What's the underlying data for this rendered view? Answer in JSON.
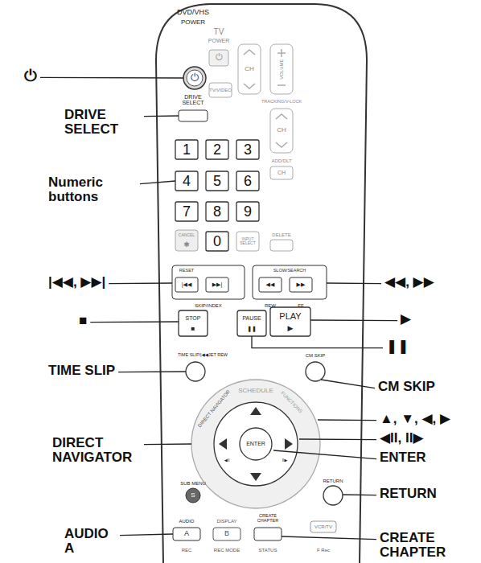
{
  "diagram": {
    "labels": [
      "⏻",
      "DRIVE SELECT",
      "Numeric buttons",
      "|◀◀, ▶▶|",
      "■",
      "TIME SLIP",
      "DIRECT NAVIGATOR",
      "AUDIO A",
      "◀◀, ▶▶",
      "▶",
      "❚❚",
      "CM SKIP",
      "▲, ▼, ◀, ▶",
      "◀II, II▶",
      "ENTER",
      "RETURN",
      "CREATE CHAPTER",
      "DVD/VHS",
      "POWER",
      "⏻",
      "TV",
      "POWER",
      "⏻",
      "DRIVE SELECT",
      "TV/VIDEO",
      "CH",
      "VOLUME",
      "TRACKING/V-LOCK",
      "CH",
      "ADD/DLT",
      "CH",
      "1",
      "2",
      "3",
      "4",
      "5",
      "6",
      "7",
      "8",
      "9",
      "0",
      "CANCEL",
      "✱",
      "INPUT SELECT",
      "DELETE",
      "RESET",
      "|◀◀",
      "▶▶|",
      "SKIP/INDEX",
      "SLOW/SEARCH",
      "◀◀",
      "▶▶",
      "REW",
      "FF",
      "STOP",
      "■",
      "PAUSE",
      "❚❚",
      "PLAY",
      "▶",
      "TIME SLIP/|◀◀JET REW",
      "CM SKIP",
      "SCHEDULE",
      "DIRECT NAVIGATOR",
      "FUNCTIONS",
      "◀II",
      "II▶",
      "ENTER",
      "SUB MENU",
      "S",
      "RETURN",
      "AUDIO",
      "A",
      "DISPLAY",
      "B",
      "CREATE CHAPTER",
      "VCR/TV",
      "REC",
      "REC MODE",
      "STATUS",
      "F Rec"
    ]
  }
}
